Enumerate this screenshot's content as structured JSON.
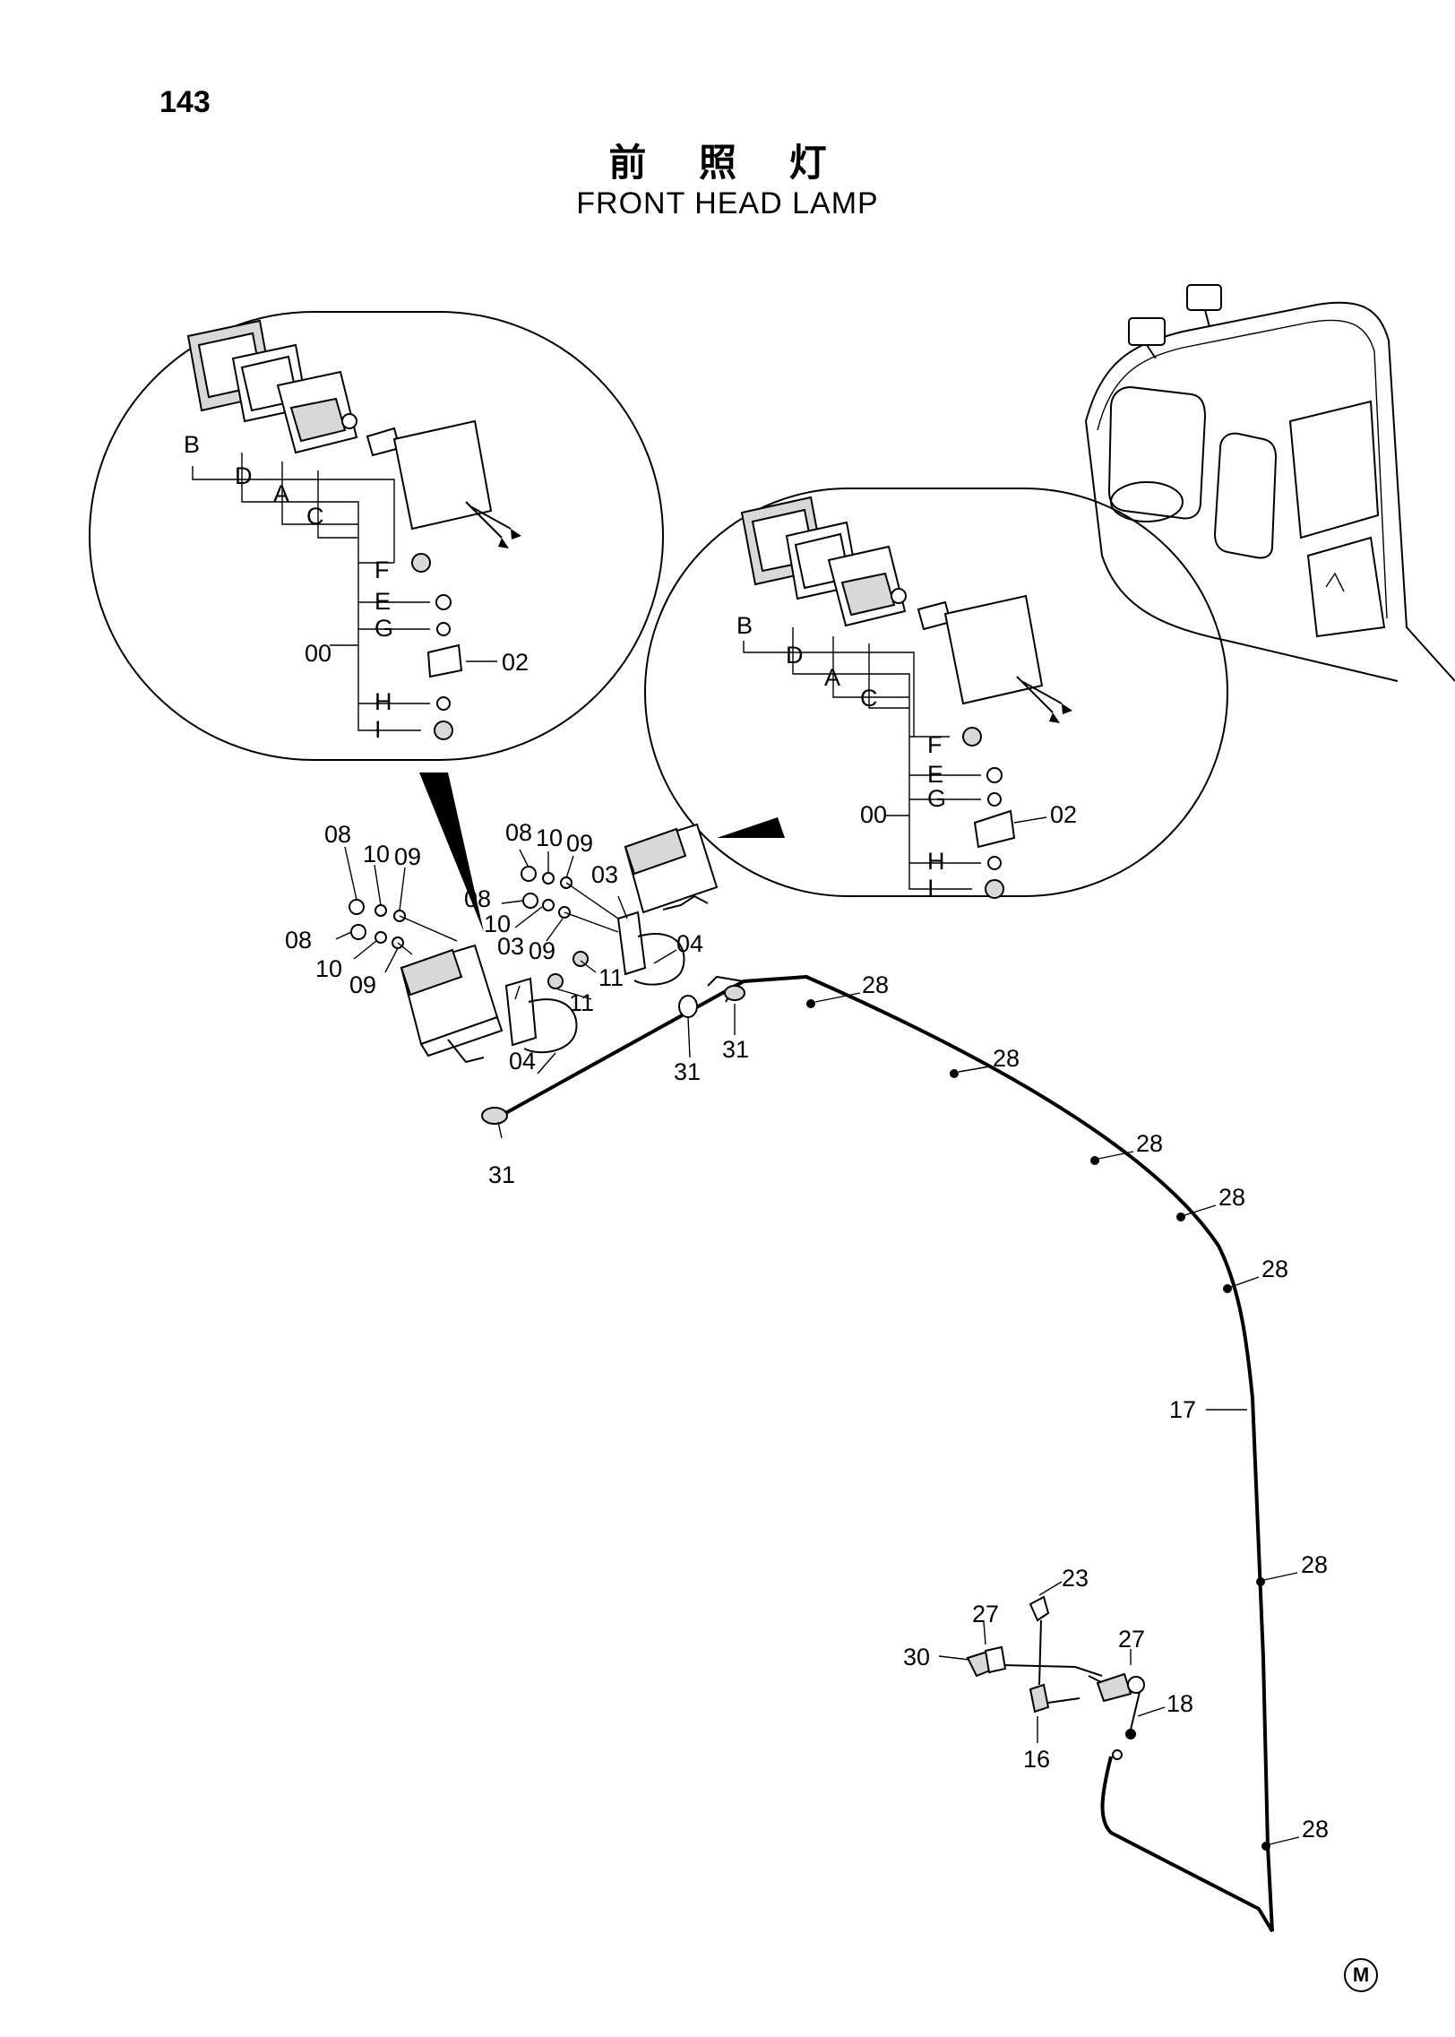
{
  "page_number": "143",
  "title_cn": "前 照 灯",
  "title_en": "FRONT HEAD LAMP",
  "footer_mark": "M",
  "detail_left": {
    "letters": [
      "B",
      "D",
      "A",
      "C",
      "F",
      "E",
      "G",
      "H",
      "I"
    ],
    "assembly_no": "00",
    "bracket_no": "02"
  },
  "detail_right": {
    "letters": [
      "B",
      "D",
      "A",
      "C",
      "F",
      "E",
      "G",
      "H",
      "I"
    ],
    "assembly_no": "00",
    "bracket_no": "02"
  },
  "callouts": {
    "mount_left": [
      "08",
      "10",
      "09",
      "08",
      "10",
      "09",
      "03",
      "11",
      "04"
    ],
    "mount_right": [
      "08",
      "10",
      "09",
      "08",
      "10",
      "09",
      "03",
      "11",
      "04"
    ],
    "clamps": [
      "31",
      "31",
      "31"
    ],
    "harness": [
      "28",
      "28",
      "28",
      "28",
      "28",
      "17",
      "28",
      "28"
    ],
    "connector": [
      "23",
      "27",
      "27",
      "30",
      "18",
      "16"
    ]
  }
}
